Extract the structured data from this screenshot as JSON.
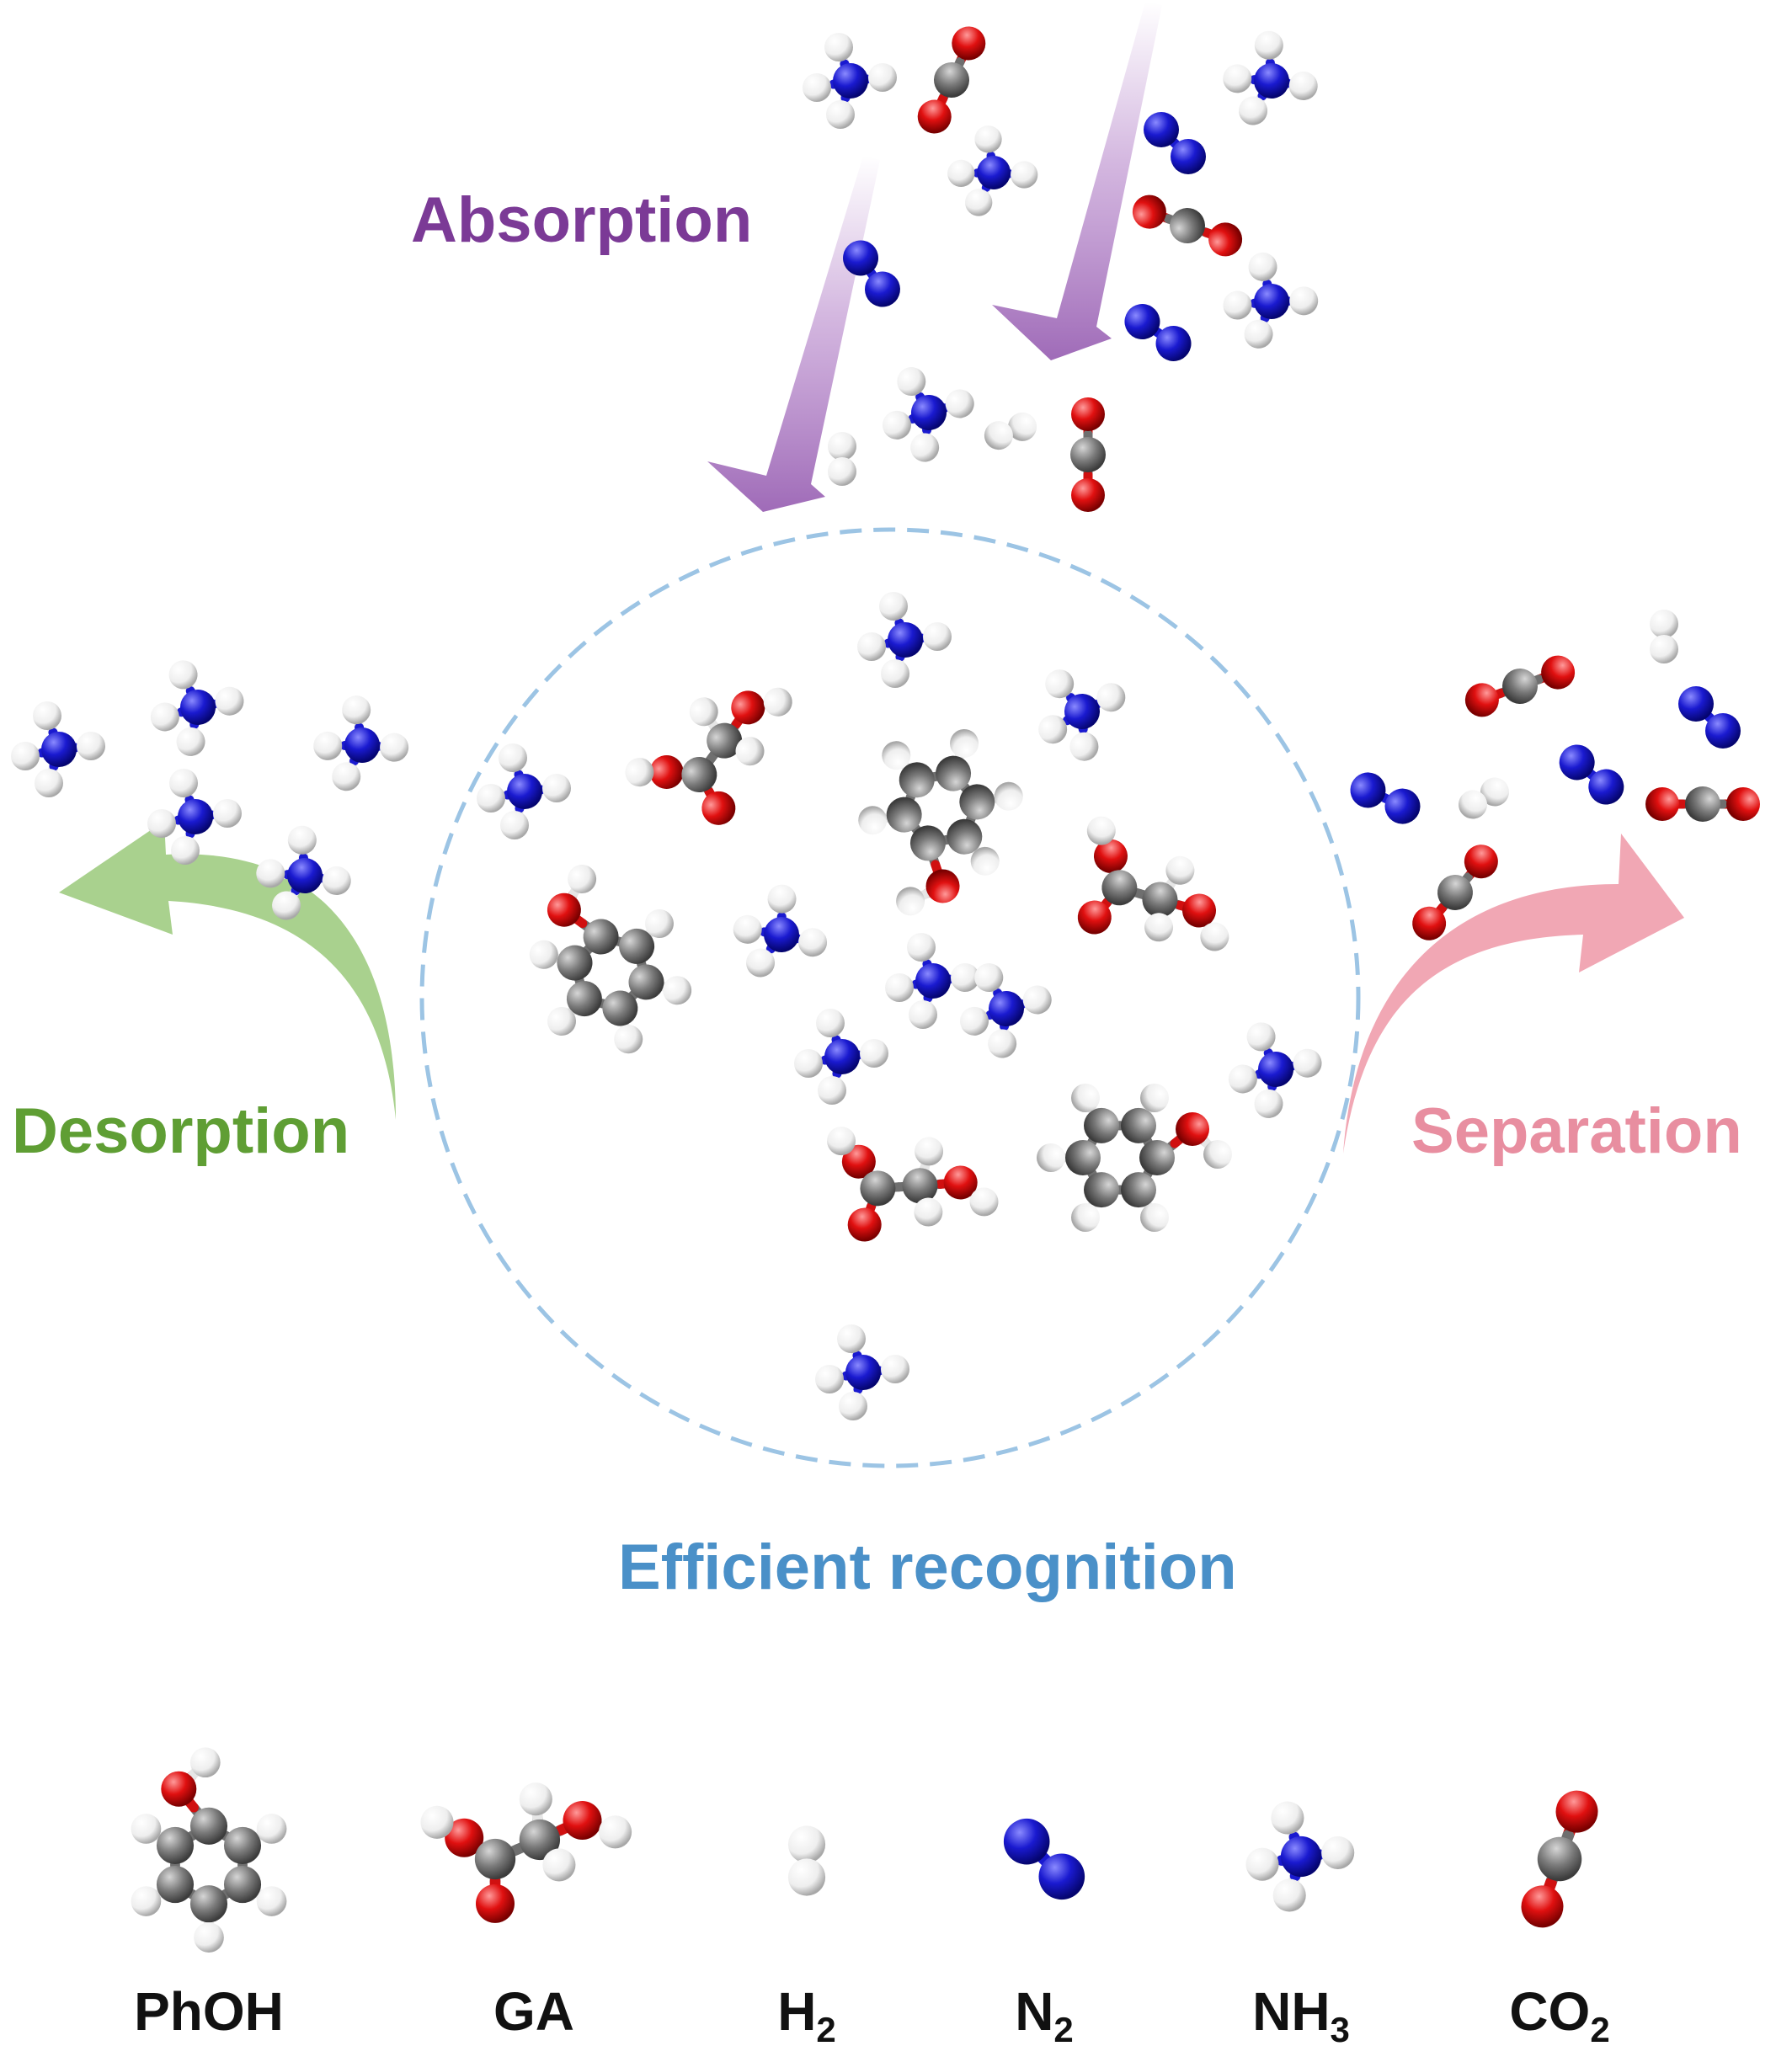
{
  "labels": {
    "absorption": "Absorption",
    "desorption": "Desorption",
    "separation": "Separation",
    "recognition": "Efficient recognition"
  },
  "legend": [
    {
      "key": "phoh",
      "text": "PhOH",
      "sub": ""
    },
    {
      "key": "ga",
      "text": "GA",
      "sub": ""
    },
    {
      "key": "h2",
      "text": "H",
      "sub": "2"
    },
    {
      "key": "n2",
      "text": "N",
      "sub": "2"
    },
    {
      "key": "nh3",
      "text": "NH",
      "sub": "3"
    },
    {
      "key": "co2",
      "text": "CO",
      "sub": "2"
    }
  ],
  "colors": {
    "absorption": "#7b3a96",
    "desorption": "#5f9e34",
    "separation": "#e88ea0",
    "recognition": "#4a90c8",
    "carbon": "#6d6d6d",
    "oxygen": "#e01010",
    "nitrogen": "#1a1ad0",
    "hydrogen": "#f4f4f4"
  }
}
